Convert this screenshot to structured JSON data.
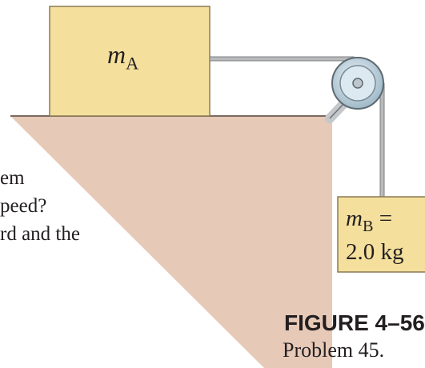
{
  "diagram": {
    "block_a": {
      "symbol": "m",
      "subscript": "A"
    },
    "block_b": {
      "symbol": "m",
      "subscript": "B",
      "equals": " =",
      "value": "2.0 kg"
    },
    "side_text": [
      "em",
      "peed?",
      "rd and the"
    ],
    "figure": {
      "title": "FIGURE 4–56",
      "caption": "Problem 45."
    },
    "colors": {
      "block": "#f4df9c",
      "incline": "#e7c9b8",
      "rope": "#a6a9ab",
      "pulley": "#bfd6e4"
    }
  }
}
